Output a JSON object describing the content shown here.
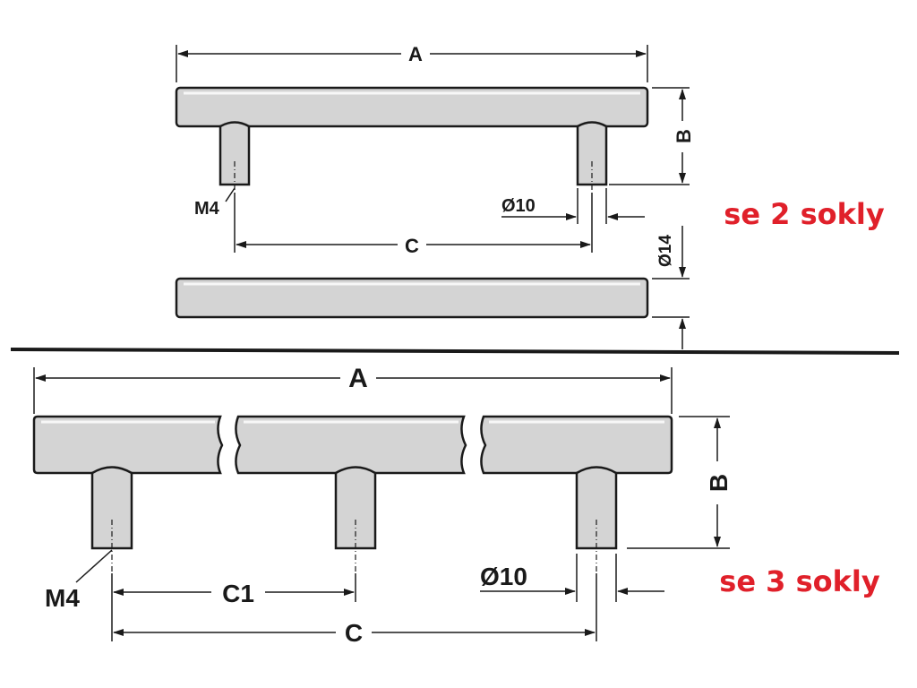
{
  "top_variant": {
    "caption": "se 2 sokly",
    "labels": {
      "length": "A",
      "height": "B",
      "center_distance": "C",
      "thread": "M4",
      "leg_diameter": "Ø10",
      "bar_diameter": "Ø14"
    }
  },
  "bottom_variant": {
    "caption": "se 3 sokly",
    "labels": {
      "length": "A",
      "height": "B",
      "center_distance": "C",
      "center_distance_half": "C1",
      "thread": "M4",
      "leg_diameter": "Ø10"
    }
  },
  "colors": {
    "caption": "#e0202a",
    "metal": "#d4d4d4",
    "line": "#1a1a1a"
  }
}
